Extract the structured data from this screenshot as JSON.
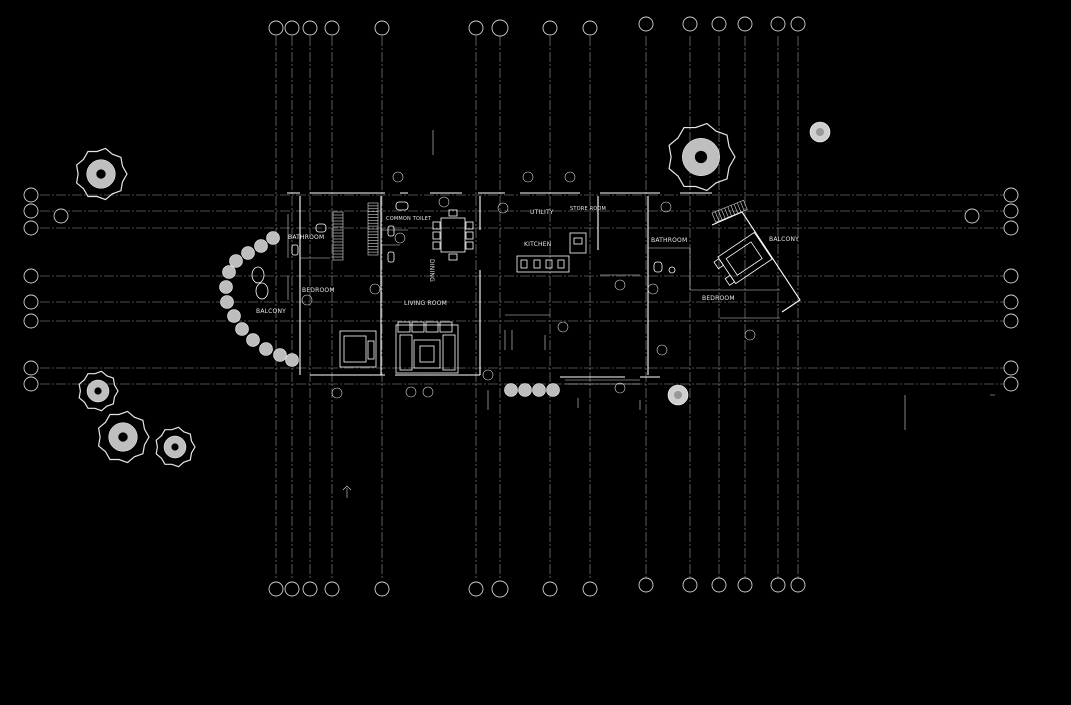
{
  "colors": {
    "background": "#000000",
    "lines": "#ffffff",
    "grid": "#9a9a9a"
  },
  "rooms": [
    {
      "id": "bathroom-left",
      "label": "BATHROOM"
    },
    {
      "id": "common-toilet",
      "label": "COMMON TOILET"
    },
    {
      "id": "bedroom-left",
      "label": "BEDROOM"
    },
    {
      "id": "balcony-left",
      "label": "BALCONY"
    },
    {
      "id": "living-room",
      "label": "LIVING ROOM"
    },
    {
      "id": "dining",
      "label": "DINING"
    },
    {
      "id": "utility",
      "label": "UTILITY"
    },
    {
      "id": "store-room",
      "label": "STORE ROOM"
    },
    {
      "id": "kitchen",
      "label": "KITCHEN"
    },
    {
      "id": "bathroom-right",
      "label": "BATHROOM"
    },
    {
      "id": "balcony-right",
      "label": "BALCONY"
    },
    {
      "id": "bedroom-right",
      "label": "BEDROOM"
    }
  ],
  "icons": {
    "tree": "tree-icon",
    "planter": "planter-icon",
    "grid_bubble": "grid-bubble-icon"
  }
}
